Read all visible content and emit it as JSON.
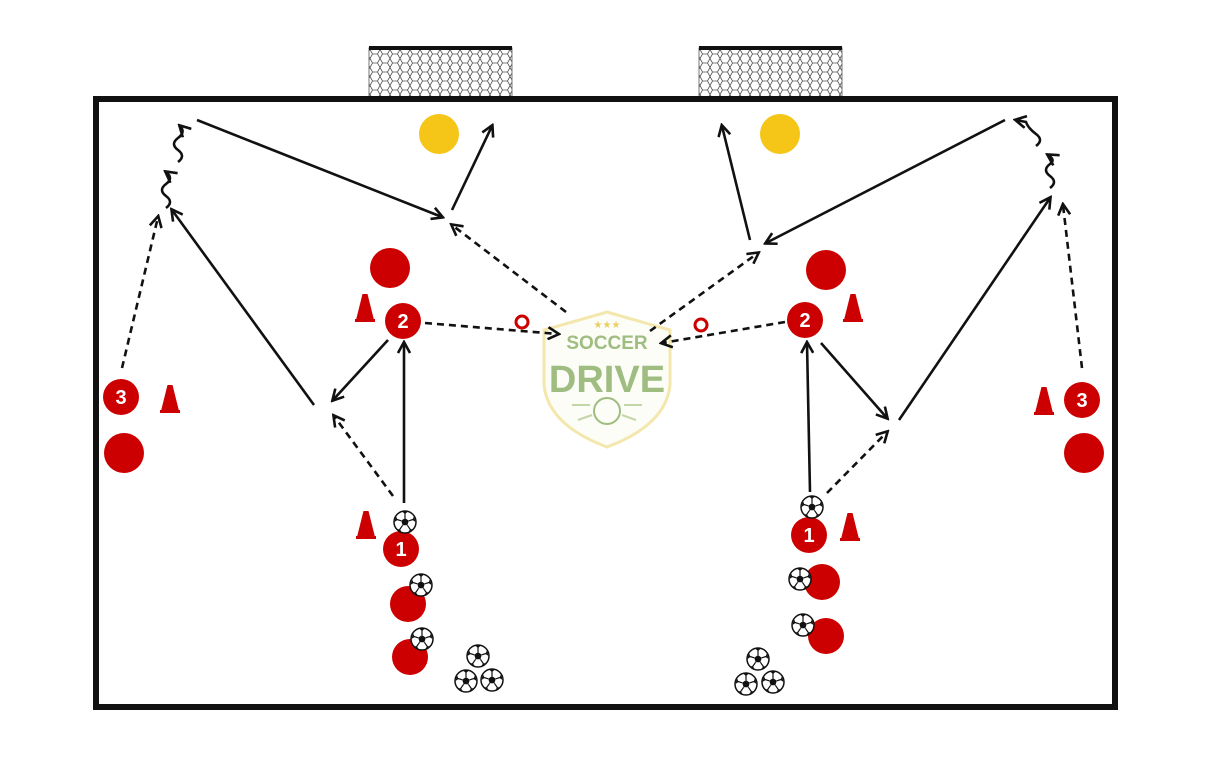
{
  "diagram": {
    "players": [
      {
        "id": "L1",
        "label": "1",
        "role": "attacker"
      },
      {
        "id": "L2",
        "label": "2",
        "role": "attacker"
      },
      {
        "id": "L3",
        "label": "3",
        "role": "attacker"
      },
      {
        "id": "R1",
        "label": "1",
        "role": "attacker"
      },
      {
        "id": "R2",
        "label": "2",
        "role": "attacker"
      },
      {
        "id": "R3",
        "label": "3",
        "role": "attacker"
      }
    ],
    "watermark": {
      "stars": "★★★",
      "line1": "SOCCER",
      "line2": "DRIVE"
    },
    "colors": {
      "attacker": "#cc0000",
      "goalkeeper": "#f5c518",
      "field_line": "#111111",
      "arrow": "#111111",
      "watermark": "#8fb26a"
    }
  }
}
